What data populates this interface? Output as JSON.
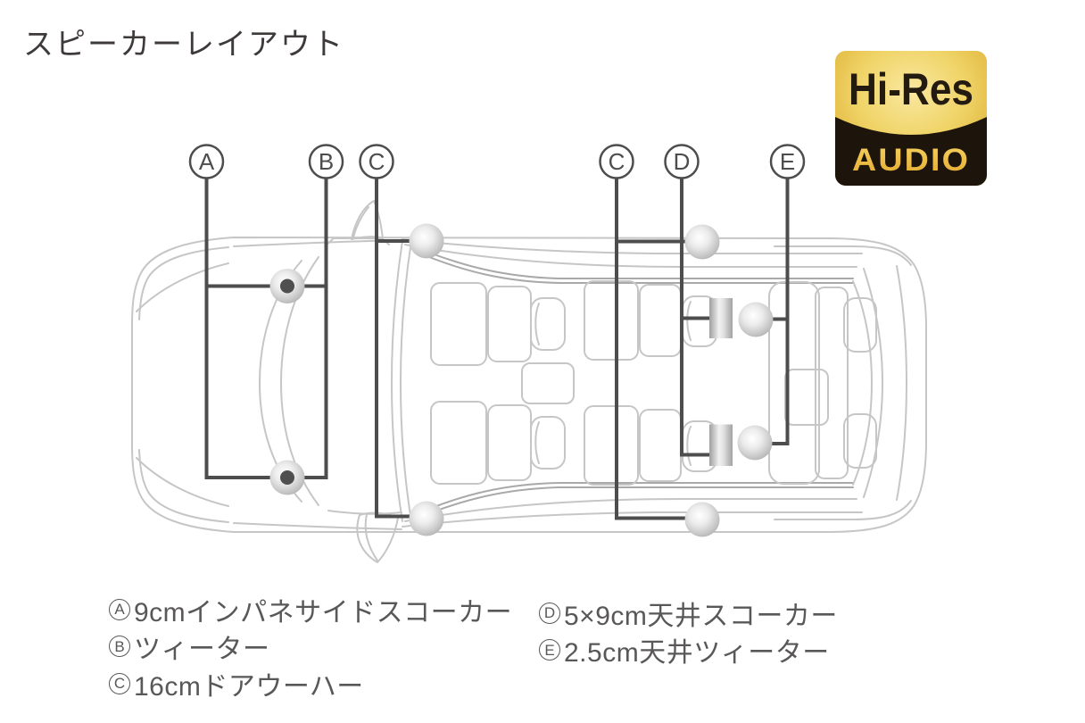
{
  "title": "スピーカーレイアウト",
  "badge": {
    "top_text": "Hi-Res",
    "bottom_text": "AUDIO"
  },
  "markers": {
    "a": "A",
    "b": "B",
    "c_front": "C",
    "c_rear": "C",
    "d": "D",
    "e": "E"
  },
  "legend": {
    "left": [
      {
        "letter": "A",
        "text": "9cmインパネサイドスコーカー"
      },
      {
        "letter": "B",
        "text": "ツィーター"
      },
      {
        "letter": "C",
        "text": "16cmドアウーハー"
      }
    ],
    "right": [
      {
        "letter": "D",
        "text": "5×9cm天井スコーカー"
      },
      {
        "letter": "E",
        "text": "2.5cm天井ツィーター"
      }
    ]
  },
  "colors": {
    "title_text": "#3e3a39",
    "legend_text": "#595757",
    "callout": "#4d4d4d",
    "car_line": "#c6c6c6",
    "car_line_dark": "#a9a9a9",
    "badge_gold_light": "#f9e8a0",
    "badge_gold_dark": "#b3851f",
    "badge_black": "#1d150c",
    "badge_audio_gold": "#eebd3f"
  }
}
